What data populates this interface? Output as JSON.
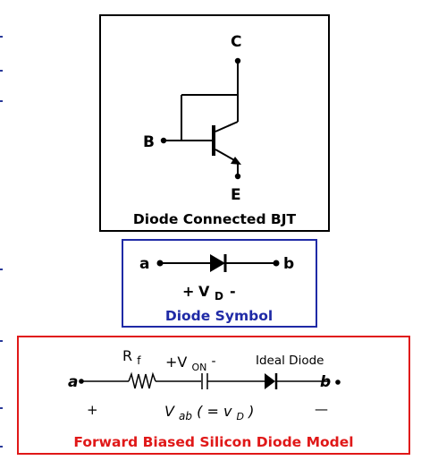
{
  "colors": {
    "background": "#ffffff",
    "black": "#000000",
    "blue": "#1f2aa6",
    "red": "#e01818",
    "left_edge_marks": "#2a3a9a"
  },
  "bjt_panel": {
    "terminal_c": "C",
    "terminal_b": "B",
    "terminal_e": "E",
    "caption": "Diode Connected BJT"
  },
  "symbol_panel": {
    "terminal_a": "a",
    "terminal_b": "b",
    "voltage_plus": "+",
    "voltage_v": "V",
    "voltage_sub": "D",
    "voltage_minus": "-",
    "caption": "Diode Symbol"
  },
  "model_panel": {
    "terminal_a": "a",
    "terminal_b": "b",
    "resistor_r": "R",
    "resistor_sub": "f",
    "von_plus": "+V",
    "von_sub": "ON",
    "von_minus": "-",
    "ideal_diode_label": "Ideal Diode",
    "bottom_plus": "+",
    "vab_v": "V",
    "vab_sub": "ab",
    "vab_rest": " ( = ",
    "vd_v": "v",
    "vd_sub": "D",
    "vab_close": " )",
    "bottom_minus": "—",
    "caption": "Forward Biased Silicon Diode Model"
  }
}
